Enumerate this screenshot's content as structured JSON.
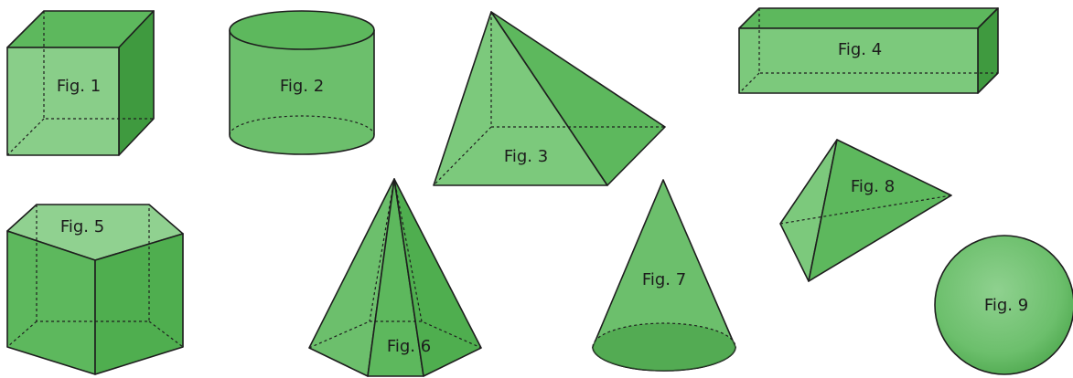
{
  "colors": {
    "face_light": "#7cc97c",
    "face_mid": "#5db85d",
    "face_dark": "#3f9a3f",
    "outline": "#1e1e1e"
  },
  "figures": [
    {
      "shape": "cube",
      "label": "Fig. 1"
    },
    {
      "shape": "cylinder",
      "label": "Fig. 2"
    },
    {
      "shape": "square-pyramid",
      "label": "Fig. 3"
    },
    {
      "shape": "rectangular-prism",
      "label": "Fig. 4"
    },
    {
      "shape": "pentagonal-prism",
      "label": "Fig. 5"
    },
    {
      "shape": "hexagonal-pyramid",
      "label": "Fig. 6"
    },
    {
      "shape": "cone",
      "label": "Fig. 7"
    },
    {
      "shape": "tetrahedron",
      "label": "Fig. 8"
    },
    {
      "shape": "sphere",
      "label": "Fig. 9"
    }
  ]
}
